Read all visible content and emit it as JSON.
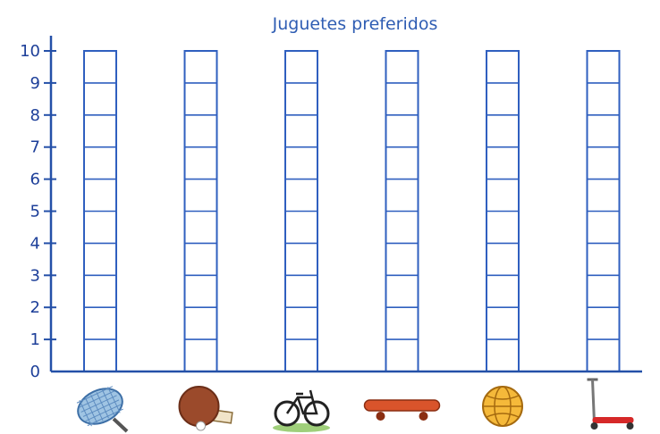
{
  "chart_data": {
    "type": "bar",
    "title": "Juguetes preferidos",
    "xlabel": "",
    "ylabel": "",
    "ylim": [
      0,
      10
    ],
    "yticks": [
      0,
      1,
      2,
      3,
      4,
      5,
      6,
      7,
      8,
      9,
      10
    ],
    "categories": [
      "",
      "",
      "",
      "",
      "",
      ""
    ],
    "category_icons": [
      "badminton-racket-icon",
      "ping-pong-paddle-icon",
      "bicycle-icon",
      "skateboard-icon",
      "ball-icon",
      "scooter-icon"
    ],
    "values": [
      0,
      0,
      0,
      0,
      0,
      0
    ],
    "grid": true,
    "colors": {
      "axis": "#2450a8",
      "grid": "#2f5fbf",
      "text": "#1d3f99"
    }
  }
}
